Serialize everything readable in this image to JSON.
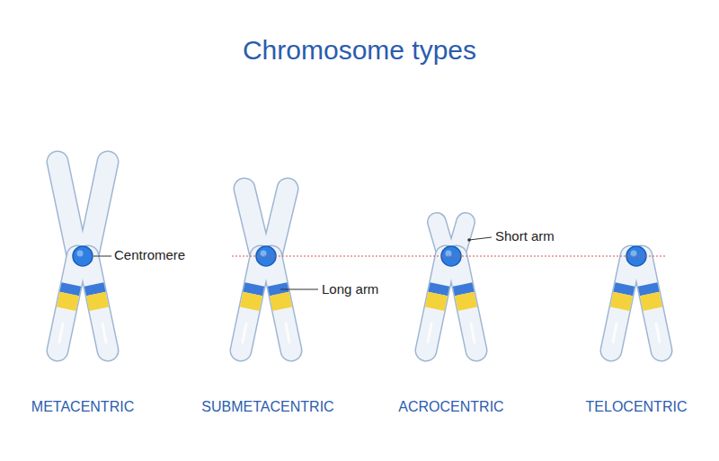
{
  "diagram": {
    "title": "Chromosome types",
    "labels": [
      "Centromere",
      "Short arm",
      "Long arm",
      "METACENTRIC",
      "SUBMETACENTRIC",
      "ACROCENTRIC",
      "TELOCENTRIC"
    ]
  }
}
